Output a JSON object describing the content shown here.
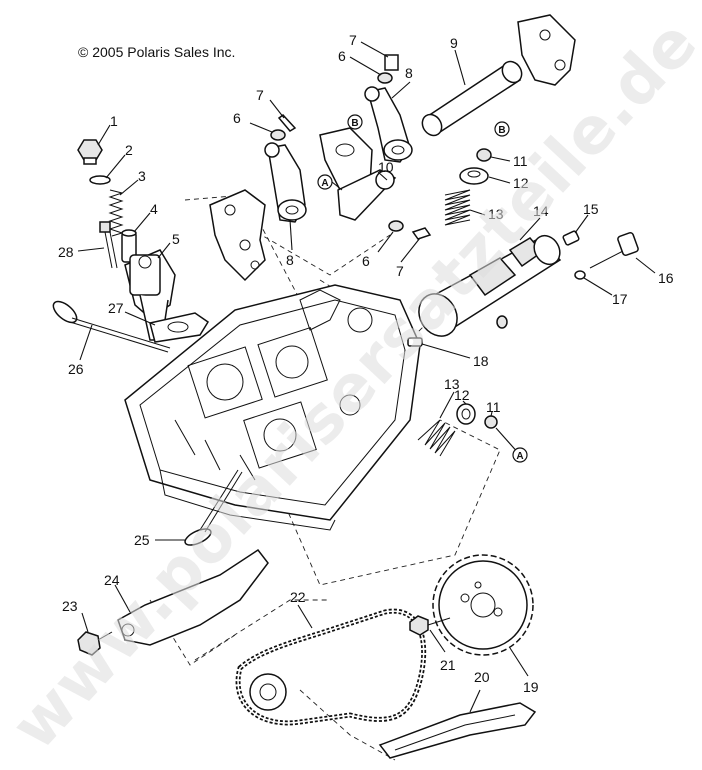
{
  "copyright": "© 2005 Polaris Sales Inc.",
  "watermark": "www.polarisersatzteile.de",
  "callouts": [
    {
      "id": "1",
      "label": "1"
    },
    {
      "id": "2",
      "label": "2"
    },
    {
      "id": "3",
      "label": "3"
    },
    {
      "id": "4",
      "label": "4"
    },
    {
      "id": "5",
      "label": "5"
    },
    {
      "id": "6a",
      "label": "6"
    },
    {
      "id": "6b",
      "label": "6"
    },
    {
      "id": "6c",
      "label": "6"
    },
    {
      "id": "7a",
      "label": "7"
    },
    {
      "id": "7b",
      "label": "7"
    },
    {
      "id": "7c",
      "label": "7"
    },
    {
      "id": "8a",
      "label": "8"
    },
    {
      "id": "8b",
      "label": "8"
    },
    {
      "id": "9",
      "label": "9"
    },
    {
      "id": "10",
      "label": "10"
    },
    {
      "id": "11a",
      "label": "11"
    },
    {
      "id": "11b",
      "label": "11"
    },
    {
      "id": "12a",
      "label": "12"
    },
    {
      "id": "12b",
      "label": "12"
    },
    {
      "id": "13a",
      "label": "13"
    },
    {
      "id": "13b",
      "label": "13"
    },
    {
      "id": "14",
      "label": "14"
    },
    {
      "id": "15",
      "label": "15"
    },
    {
      "id": "16",
      "label": "16"
    },
    {
      "id": "17",
      "label": "17"
    },
    {
      "id": "18",
      "label": "18"
    },
    {
      "id": "19",
      "label": "19"
    },
    {
      "id": "20",
      "label": "20"
    },
    {
      "id": "21",
      "label": "21"
    },
    {
      "id": "22",
      "label": "22"
    },
    {
      "id": "23",
      "label": "23"
    },
    {
      "id": "24",
      "label": "24"
    },
    {
      "id": "25",
      "label": "25"
    },
    {
      "id": "26",
      "label": "26"
    },
    {
      "id": "27",
      "label": "27"
    },
    {
      "id": "28",
      "label": "28"
    }
  ],
  "markers": [
    {
      "id": "B1",
      "label": "B"
    },
    {
      "id": "B2",
      "label": "B"
    },
    {
      "id": "A1",
      "label": "A"
    },
    {
      "id": "A2",
      "label": "A"
    }
  ]
}
